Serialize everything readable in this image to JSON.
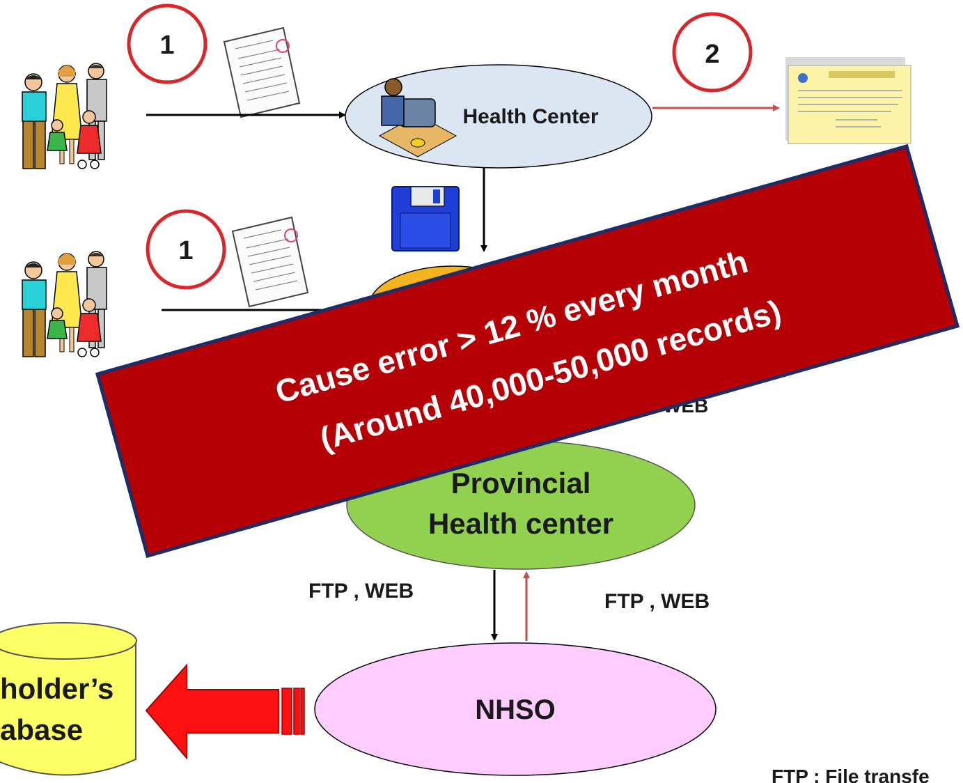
{
  "nodes": {
    "health_center": "Health Center",
    "provincial": [
      "Provincial",
      "Health center"
    ],
    "nhso": "NHSO",
    "database": [
      "holder’s",
      "abase"
    ]
  },
  "step_badges": {
    "top": "1",
    "right": "2",
    "middle": "1"
  },
  "edge_labels": {
    "ftp_web_left": "FTP , WEB",
    "ftp_web_right": "FTP , WEB",
    "ftp_web_hidden": "WEB"
  },
  "banner": {
    "line1": "Cause  error > 12 % every month",
    "line2": "(Around  40,000-50,000 records)"
  },
  "footer_note": "FTP : File transfe",
  "icons": [
    "family-icon",
    "document-icon",
    "officer-computer-icon",
    "id-card-icon",
    "floppy-disk-icon",
    "database-cylinder-icon",
    "large-left-arrow-icon"
  ],
  "colors": {
    "banner_red": "#b50006",
    "banner_border": "#1f2d66",
    "health_center_fill": "#dce6f2",
    "provincial_fill": "#92d050",
    "nhso_fill": "#ffccff",
    "database_fill": "#ffff66",
    "badge_ring": "#d9262b",
    "arrow_red": "#ff0000",
    "link_red": "#c0504d",
    "floppy_blue": "#1f3fd8"
  }
}
